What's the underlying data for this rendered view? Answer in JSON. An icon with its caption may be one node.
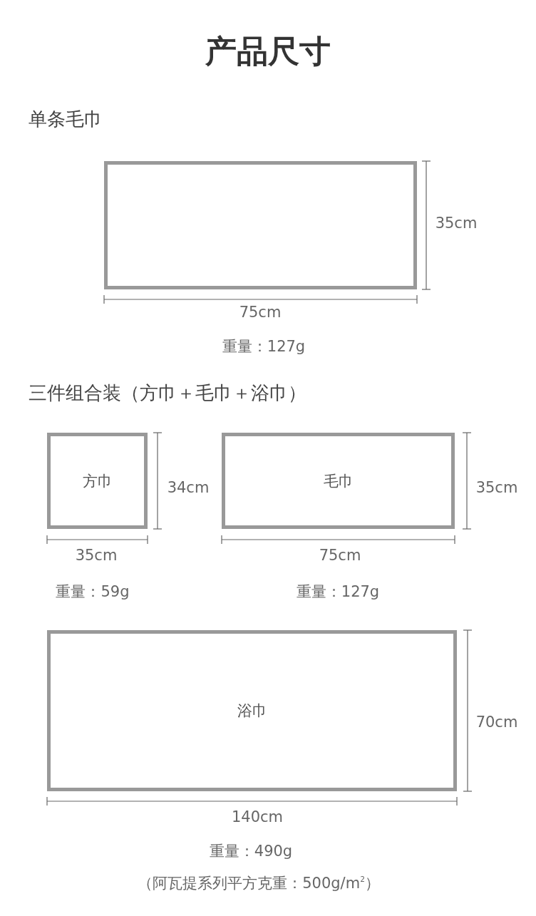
{
  "diagram": {
    "title": "产品尺寸",
    "nodes": [
      {
        "text": [],
        "shape": "box"
      },
      {
        "text": [
          "方巾"
        ]
      },
      {
        "text": [
          "毛巾"
        ]
      },
      {
        "text": [
          "浴巾"
        ]
      }
    ],
    "edges": [],
    "labels": [
      "单条毛巾",
      "35cm",
      "75cm",
      "重量：127g",
      "三件组合装（方巾＋毛巾＋浴巾）",
      "34cm",
      "35cm",
      "35cm",
      "75cm",
      "重量：59g",
      "重量：127g",
      "70cm",
      "140cm",
      "重量：490g",
      "（阿瓦提系列平方克重：500g/m$^{2}$）"
    ]
  }
}
